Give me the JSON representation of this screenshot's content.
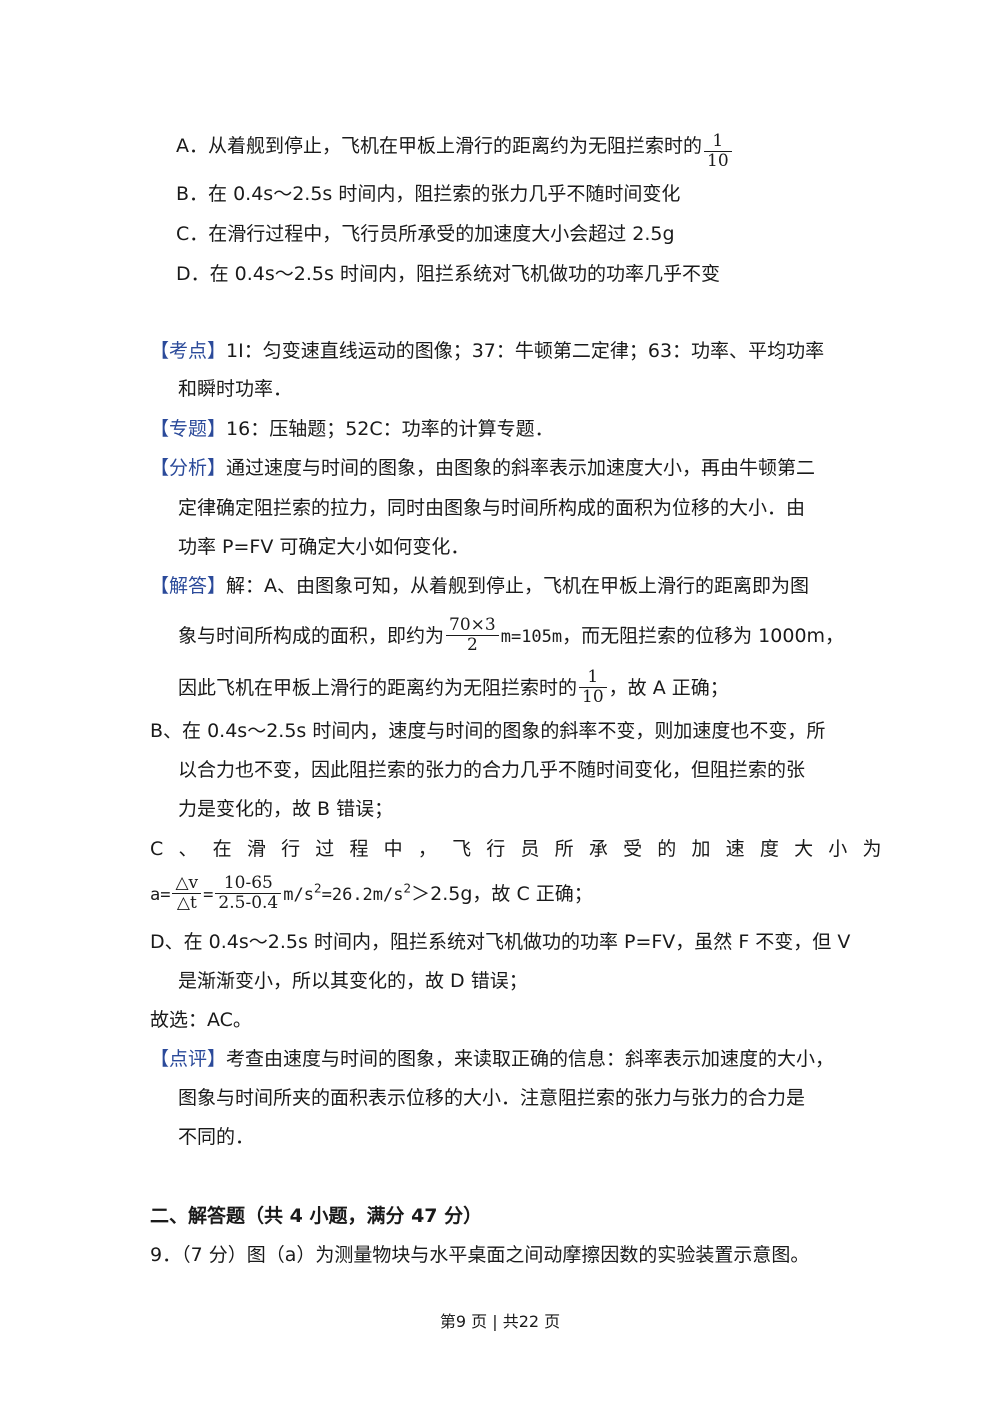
{
  "options": {
    "a_text": "A．从着舰到停止，飞机在甲板上滑行的距离约为无阻拦索时的",
    "a_frac_num": "1",
    "a_frac_den": "10",
    "b_text": "B．在 0.4s～2.5s 时间内，阻拦索的张力几乎不随时间变化",
    "c_text": "C．在滑行过程中，飞行员所承受的加速度大小会超过 2.5g",
    "d_text": "D．在 0.4s～2.5s 时间内，阻拦系统对飞机做功的功率几乎不变"
  },
  "kaodian": {
    "label": "【考点】",
    "line1": "1I：匀变速直线运动的图像；37：牛顿第二定律；63：功率、平均功率",
    "line2": "和瞬时功率．"
  },
  "zhuanti": {
    "label": "【专题】",
    "text": "16：压轴题；52C：功率的计算专题．"
  },
  "fenxi": {
    "label": "【分析】",
    "line1": "通过速度与时间的图象，由图象的斜率表示加速度大小，再由牛顿第二",
    "line2": "定律确定阻拦索的拉力，同时由图象与时间所构成的面积为位移的大小．由",
    "line3": "功率 P=FV 可确定大小如何变化．"
  },
  "jieda": {
    "label": "【解答】",
    "line1": "解：A、由图象可知，从着舰到停止，飞机在甲板上滑行的距离即为图",
    "line2_pre": "象与时间所构成的面积，即约为",
    "line2_num": "70×3",
    "line2_den": "2",
    "line2_mid": "m=105m",
    "line2_post": "，而无阻拦索的位移为 1000m，",
    "line3_pre": "因此飞机在甲板上滑行的距离约为无阻拦索时的",
    "line3_num": "1",
    "line3_den": "10",
    "line3_post": "，故 A 正确；",
    "b_line1": "B、在 0.4s～2.5s 时间内，速度与时间的图象的斜率不变，则加速度也不变，所",
    "b_line2": "以合力也不变，因此阻拦索的张力的合力几乎不随时间变化，但阻拦索的张",
    "b_line3": "力是变化的，故 B 错误；",
    "c_line1": "C、在滑行过程中，飞行员所承受的加速度大小为",
    "c_a": "a=",
    "c_f1_num": "△v",
    "c_f1_den": "△t",
    "c_eq": "=",
    "c_f2_num": "10-65",
    "c_f2_den": "2.5-0.4",
    "c_unit1": "m/s",
    "c_exp1": "2",
    "c_result": "=26.2m/s",
    "c_exp2": "2",
    "c_post": "＞2.5g，故 C 正确；",
    "d_line1": "D、在 0.4s～2.5s 时间内，阻拦系统对飞机做功的功率 P=FV，虽然 F 不变，但 V",
    "d_line2": "是渐渐变小，所以其变化的，故 D 错误；",
    "choice": "故选：AC。"
  },
  "dianping": {
    "label": "【点评】",
    "line1": "考查由速度与时间的图象，来读取正确的信息：斜率表示加速度的大小，",
    "line2": "图象与时间所夹的面积表示位移的大小．注意阻拦索的张力与张力的合力是",
    "line3": "不同的．"
  },
  "section2": {
    "title": "二、解答题（共 4 小题，满分 47 分）",
    "q9": "9．（7 分）图（a）为测量物块与水平桌面之间动摩擦因数的实验装置示意图。"
  },
  "footer": {
    "page": "第9 页 | 共22 页"
  }
}
